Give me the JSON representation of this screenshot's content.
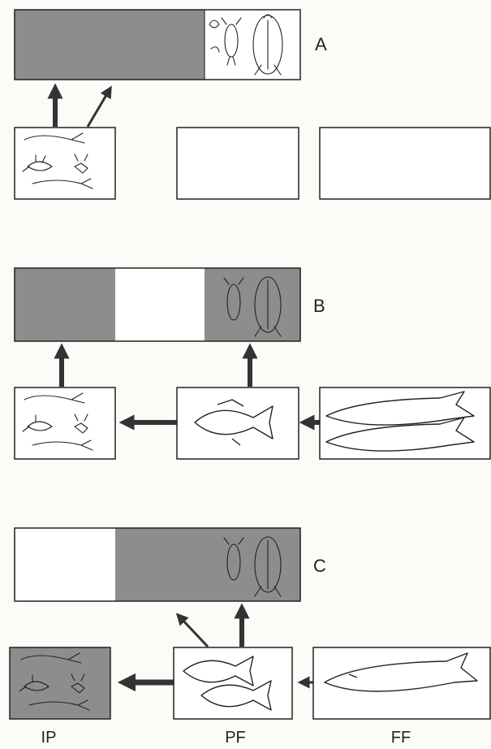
{
  "panels": [
    {
      "label": "A"
    },
    {
      "label": "B"
    },
    {
      "label": "C"
    }
  ],
  "columns": [
    {
      "label": "IP"
    },
    {
      "label": "PF"
    },
    {
      "label": "FF"
    }
  ],
  "colors": {
    "shade": "#8d8d8d",
    "light": "#ffffff",
    "ink": "#222222",
    "paper": "#fbfbf8"
  }
}
